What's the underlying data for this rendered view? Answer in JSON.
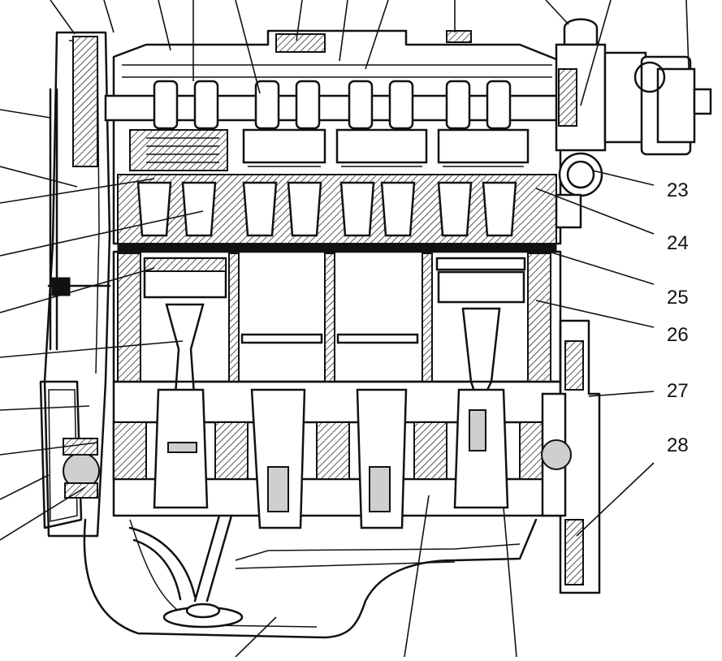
{
  "callouts": [
    "23",
    "24",
    "25",
    "26",
    "27",
    "28"
  ]
}
